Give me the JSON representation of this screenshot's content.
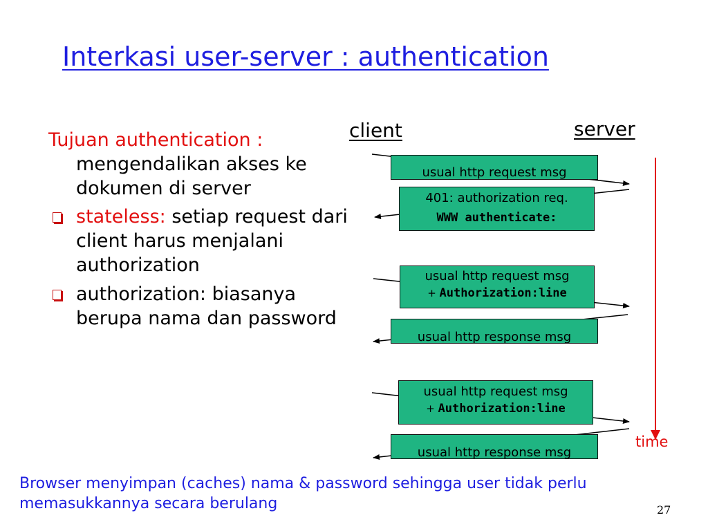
{
  "slide": {
    "title": "Interkasi user-server : authentication",
    "page_number": "27"
  },
  "bullets": {
    "first_red": "Tujuan authentication :",
    "first_rest": "mengendalikan akses ke dokumen di server",
    "second_red": "stateless:",
    "second_rest": " setiap request dari client harus menjalani authorization",
    "third": "authorization: biasanya berupa nama dan password"
  },
  "diagram": {
    "client_label": "client",
    "server_label": "server",
    "time_label": "time",
    "msg1": "usual http request msg",
    "msg2_line1": "401: authorization req.",
    "msg2_line2": "WWW authenticate:",
    "msg3_line1": "usual http request msg",
    "msg3_plus": "+ ",
    "msg3_line2": "Authorization:line",
    "msg4": "usual http response msg",
    "msg5_line1": "usual http request msg",
    "msg5_plus": "+ ",
    "msg5_line2": "Authorization:line",
    "msg6": "usual http response msg"
  },
  "footer": {
    "text": "Browser menyimpan (caches) nama & password sehingga user tidak perlu memasukkannya secara berulang"
  },
  "colors": {
    "title_blue": "#1e1ee0",
    "accent_red": "#e21010",
    "message_green": "#1fb582"
  }
}
